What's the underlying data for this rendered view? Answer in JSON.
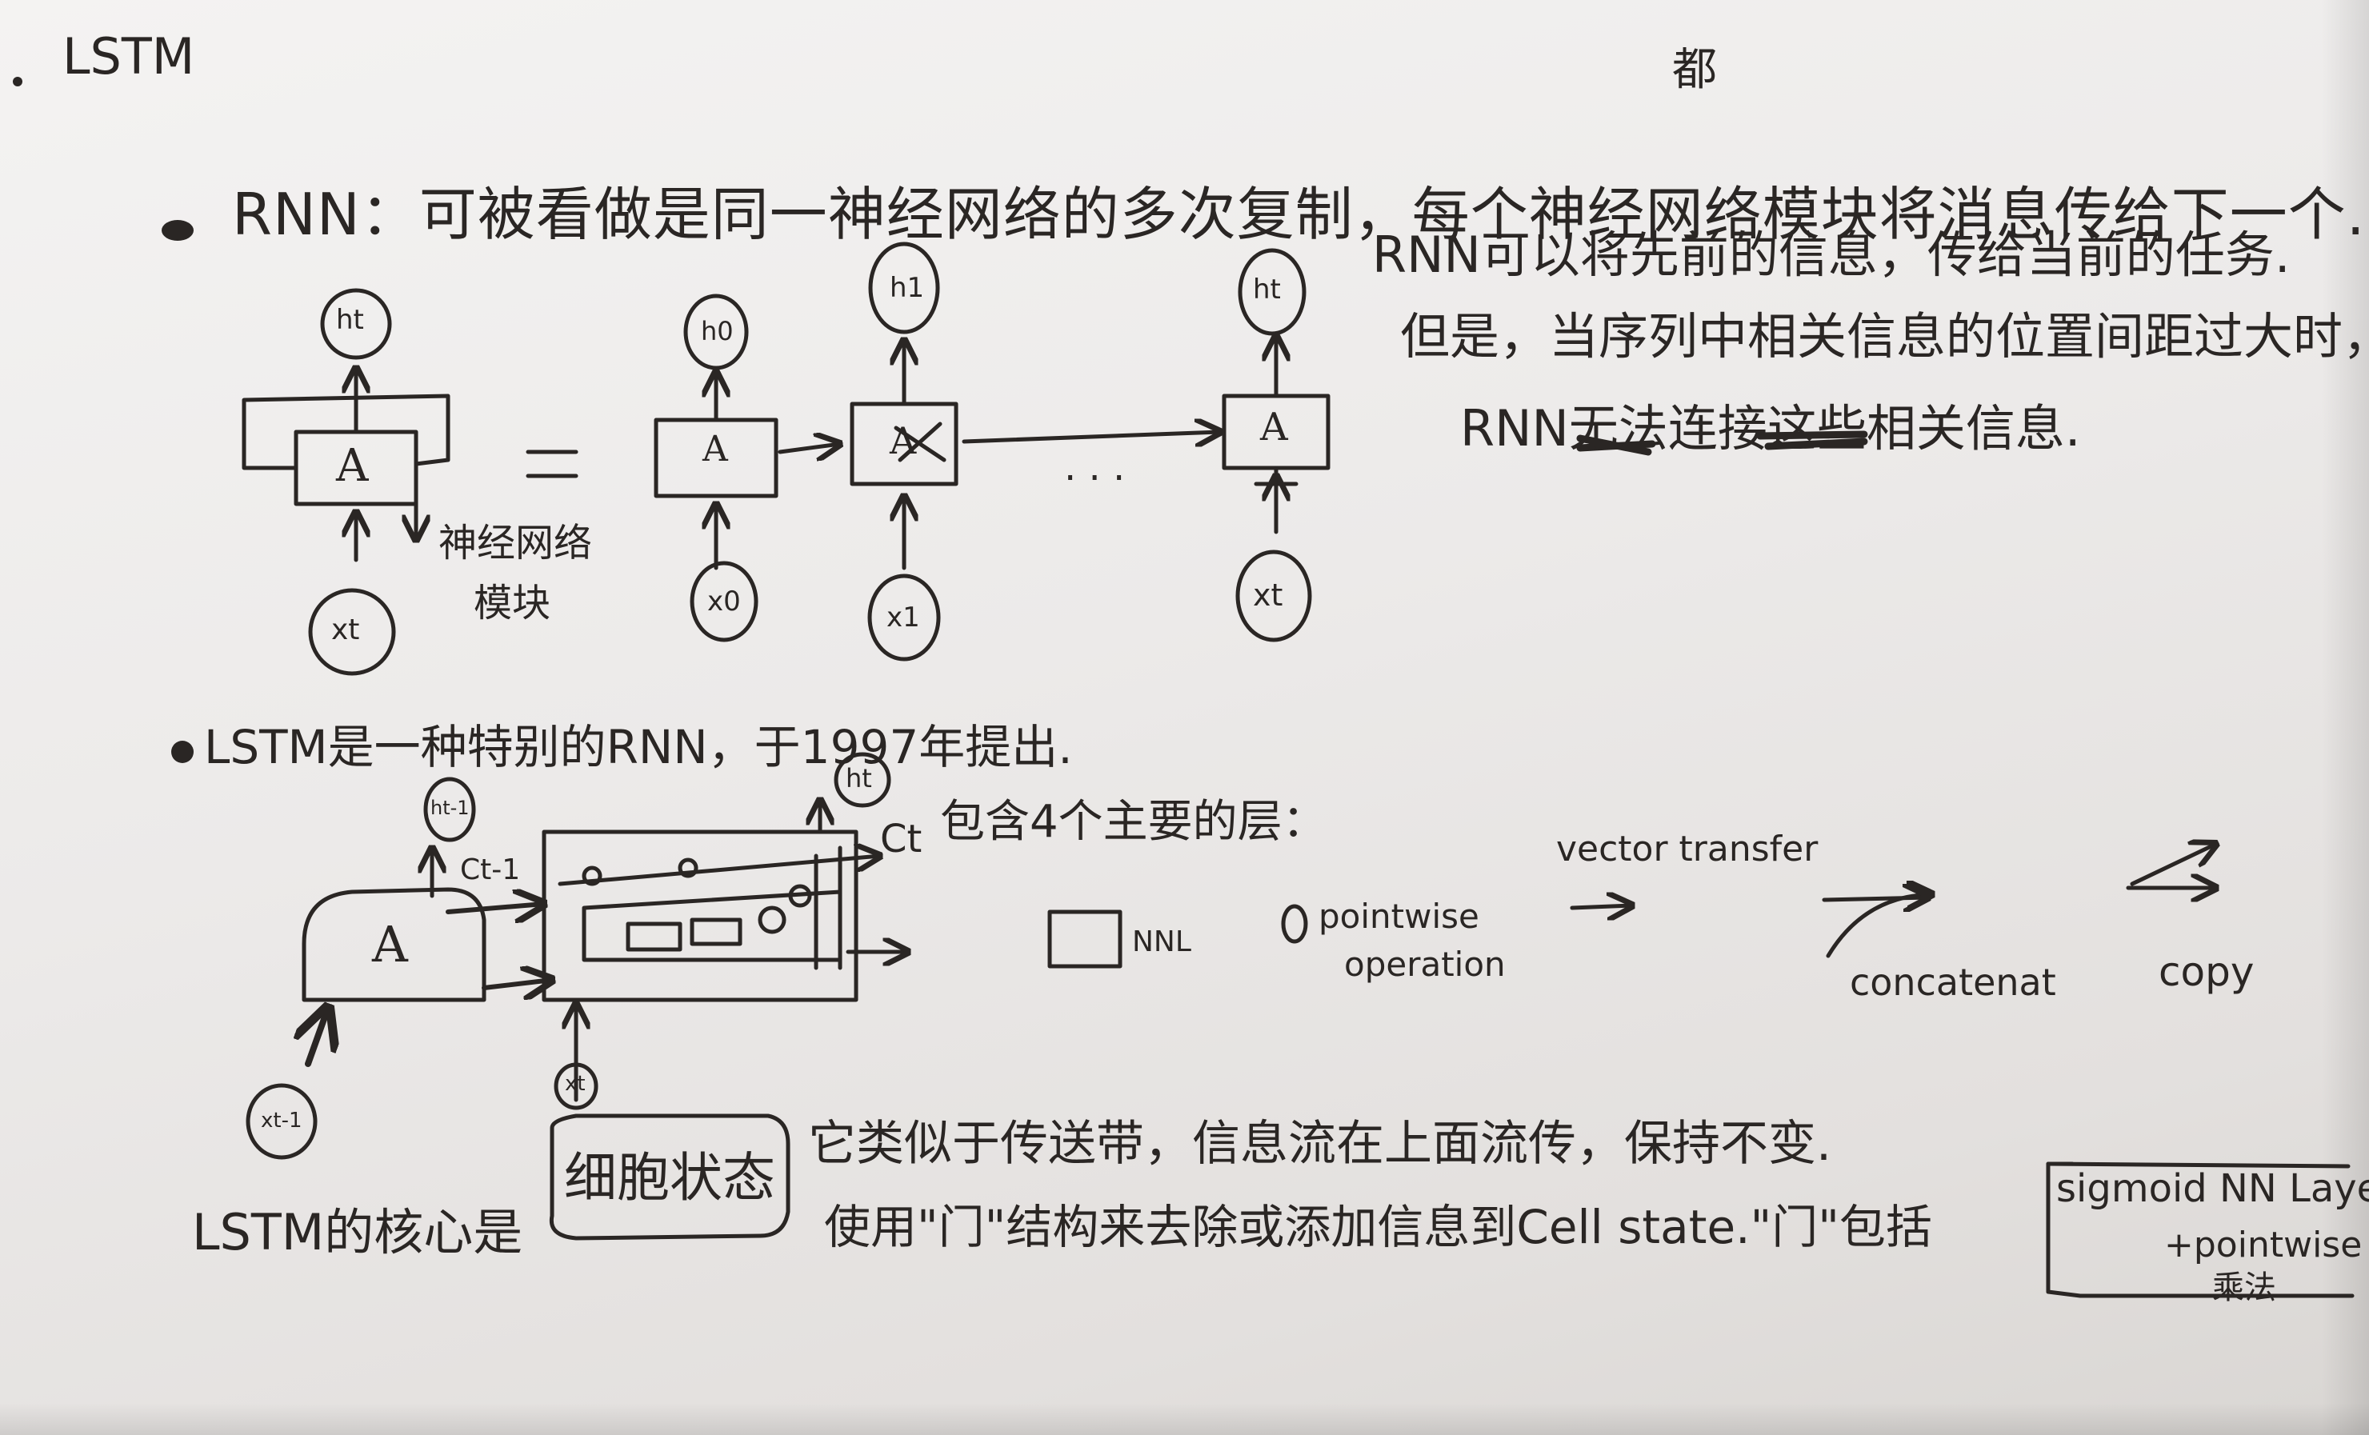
{
  "title": "LSTM",
  "line1": {
    "insert": "都",
    "text": "RNN：可被看做是同一神经网络的多次复制，每个神经网络模块将消息传给下一个."
  },
  "rnn_note": {
    "line1": "RNN可以将先前的信息，传给当前的任务.",
    "line2": "但是，当序列中相关信息的位置间距过大时，",
    "line3": "RNN无法连接这些相关信息."
  },
  "rnn_diagram": {
    "cell": "A",
    "equals": "=",
    "dots": ". . .",
    "module_label_1": "神经网络",
    "module_label_2": "模块",
    "ht": "ht",
    "xt": "xt",
    "h0": "h0",
    "x0": "x0",
    "h1": "h1",
    "x1": "x1",
    "hn": "ht",
    "xn": "xt"
  },
  "lstm_intro": "LSTM是一种特别的RNN，于1997年提出.",
  "lstm_diagram": {
    "cell": "A",
    "h_prev": "ht-1",
    "c_prev": "Ct-1",
    "h_out": "ht",
    "c_out": "Ct",
    "x_in": "xt",
    "x_prev": "xt-1",
    "layers_title": "包含4个主要的层："
  },
  "legend": {
    "nnl": "NNL",
    "pointwise_1": "pointwise",
    "pointwise_2": "operation",
    "vector_transfer": "vector transfer",
    "concatenate": "concatenat",
    "copy": "copy"
  },
  "core": {
    "lead": "LSTM的核心是",
    "boxed": "细胞状态",
    "desc1": "它类似于传送带，信息流在上面流传，保持不变.",
    "desc2": "使用\"门\"结构来去除或添加信息到Cell state.\"门\"包括",
    "gate_line1": "sigmoid NN Layer",
    "gate_line2": "+pointwise",
    "gate_line3": "乘法"
  }
}
